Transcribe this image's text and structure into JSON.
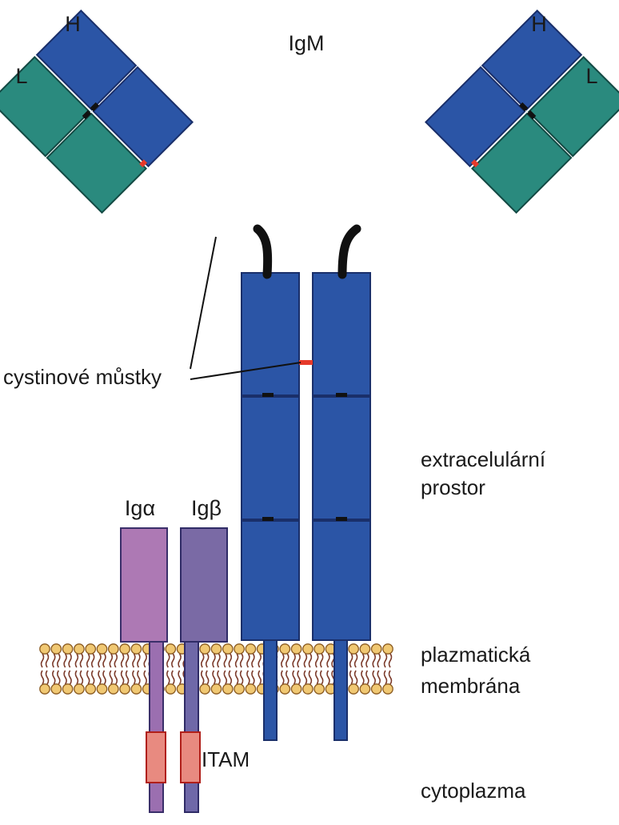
{
  "diagram": {
    "title": "IgM",
    "heavy_chain_left": "H",
    "heavy_chain_right": "H",
    "light_chain_left": "L",
    "light_chain_right": "L",
    "disulfide_label": "cystinové můstky",
    "region_extracellular_line1": "extracelulární",
    "region_extracellular_line2": "prostor",
    "region_membrane_line1": "plazmatická",
    "region_membrane_line2": "membrána",
    "region_cytoplasm": "cytoplazma",
    "ig_alpha_label": "Igα",
    "ig_beta_label": "Igβ",
    "itam_label": "ITAM"
  },
  "colors": {
    "heavy_chain": "#2b55a6",
    "light_chain": "#2a8a7e",
    "disulfide_bridge": "#e63a2a",
    "hinge": "#111111",
    "ig_alpha": "#ad79b4",
    "ig_beta": "#7a6aa5",
    "itam": "#e88a80",
    "lipid_head": "#f0c873",
    "lipid_tail": "#7b3a2a"
  }
}
